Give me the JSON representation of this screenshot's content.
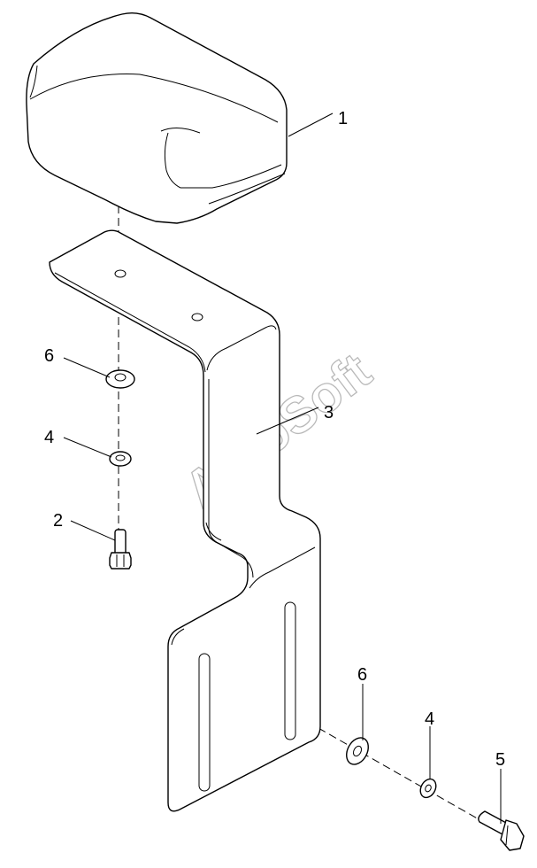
{
  "watermark": "AutoSoft",
  "callouts": {
    "headrest": "1",
    "bolt_upper": "2",
    "bracket": "3",
    "lock_washer_upper": "4",
    "flat_washer_upper": "6",
    "flat_washer_lower": "6",
    "lock_washer_lower": "4",
    "bolt_lower": "5"
  }
}
